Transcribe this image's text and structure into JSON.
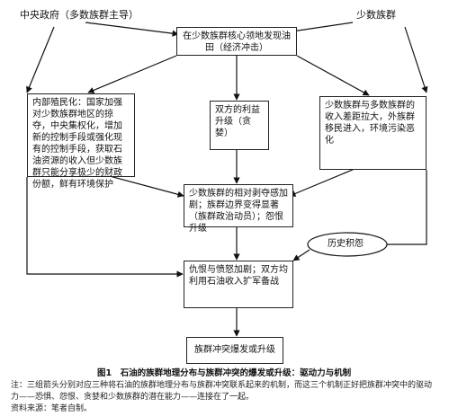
{
  "labels": {
    "left_header": "中央政府（多数族群主导）",
    "right_header": "少数族群"
  },
  "boxes": {
    "top": "在少数族群核心领地发现油田（经济冲击）",
    "left": "内部殖民化：国家加强对少数族群地区的掠夺，中央集权化，增加新的控制手段或强化现有的控制手段，获取石油资源的收入但少数族群只能分享极少的财政份额，鲜有环境保护",
    "middle": "双方的利益升级（贪婪）",
    "right": "少数族群与多数族群的收入差距拉大，外族群移民进入，环境污染恶化",
    "deprivation": "少数族群的相对剥夺感加剧；族群边界变得显著（族群政治动员）；怨恨升级",
    "history": "历史积怨",
    "grievance": "仇恨与愤怒加剧；双方均利用石油收入扩军备战",
    "outbreak": "族群冲突爆发或升级"
  },
  "caption": {
    "figure": "图1　石油的族群地理分布与族群冲突的爆发或升级：驱动力与机制",
    "note": "注：三组箭头分别对应三种将石油的族群地理分布与族群冲突联系起来的机制，而这三个机制正好把族群冲突中的驱动力——恐惧、怨恨、贪婪和少数族群的潜在能力——连接在了一起。",
    "source": "资料来源：笔者自制。"
  }
}
